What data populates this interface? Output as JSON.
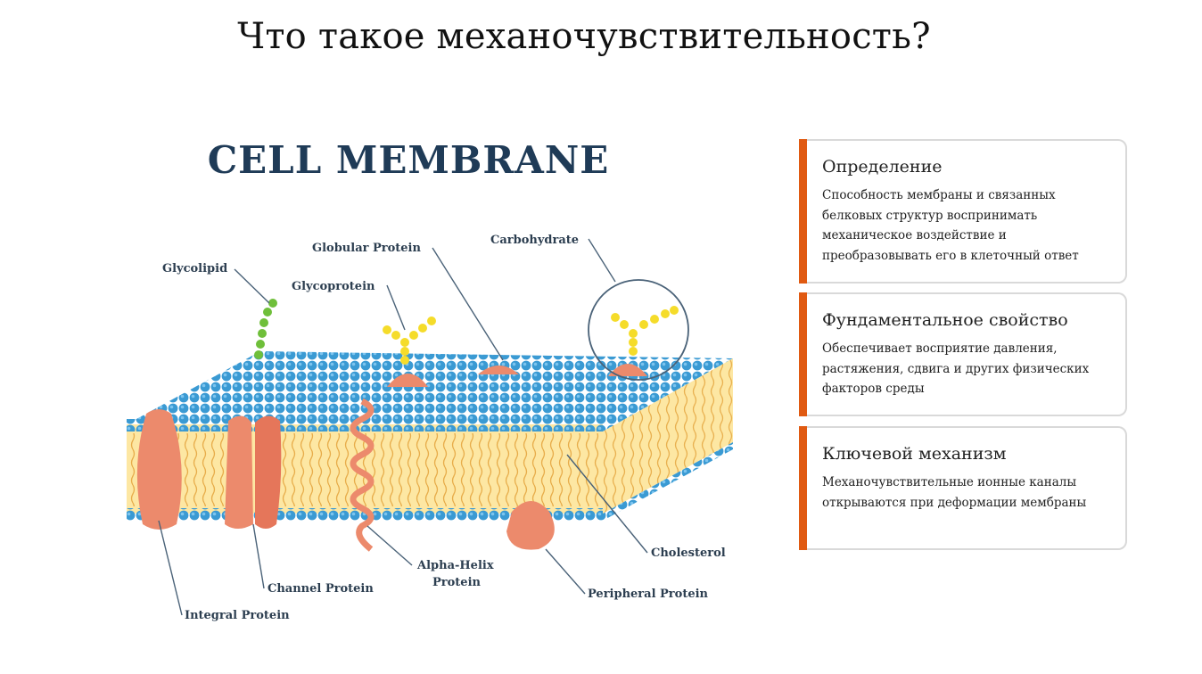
{
  "slide": {
    "title": "Что такое механочувствительность?"
  },
  "figure": {
    "heading": "CELL MEMBRANE",
    "labels": {
      "glycolipid": "Glycolipid",
      "globular_protein": "Globular Protein",
      "carbohydrate": "Carbohydrate",
      "glycoprotein": "Glycoprotein",
      "cholesterol": "Cholesterol",
      "alpha_helix_line1": "Alpha-Helix",
      "alpha_helix_line2": "Protein",
      "channel_protein": "Channel Protein",
      "peripheral_protein": "Peripheral Protein",
      "integral_protein": "Integral Protein"
    }
  },
  "cards": [
    {
      "title": "Определение",
      "lines": [
        "Способность мембраны и связанных",
        "белковых структур воспринимать",
        "механическое воздействие и",
        "преобразовывать его в клеточный ответ"
      ]
    },
    {
      "title": "Фундаментальное свойство",
      "lines": [
        "Обеспечивает восприятие давления,",
        "растяжения, сдвига и других физических",
        "факторов среды"
      ]
    },
    {
      "title": "Ключевой механизм",
      "lines": [
        "Механочувствительные ионные каналы",
        "открываются при деформации мембраны"
      ]
    }
  ],
  "colors": {
    "accent": "#e05a12",
    "heading": "#1f3b57",
    "lipid_head": "#3a9ad3",
    "lipid_core": "#fde7a3",
    "protein": "#ec8a6c",
    "sugar": "#f5dc2a",
    "glycolipid_chain": "#6fbf3a"
  }
}
